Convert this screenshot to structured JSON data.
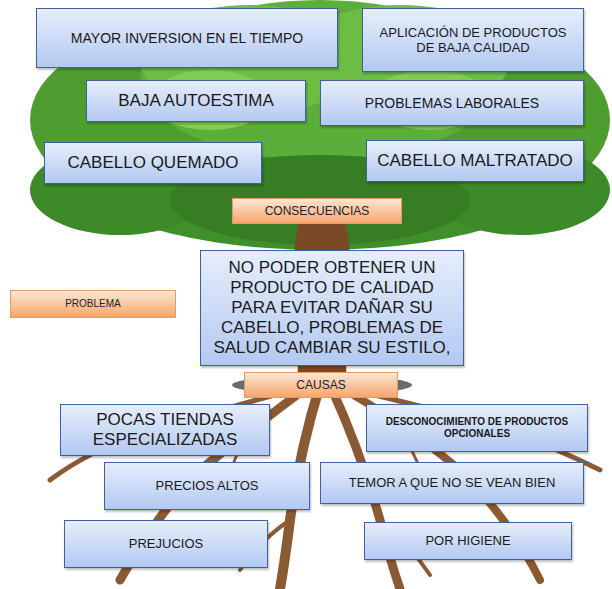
{
  "diagram": {
    "nodes": [
      {
        "text": [
          "MAYOR INVERSION EN EL TIEMPO"
        ]
      },
      {
        "text": [
          "APLICACIÓN DE PRODUCTOS DE BAJA CALIDAD"
        ]
      },
      {
        "text": [
          "BAJA AUTOESTIMA"
        ]
      },
      {
        "text": [
          "PROBLEMAS LABORALES"
        ]
      },
      {
        "text": [
          "CABELLO QUEMADO"
        ]
      },
      {
        "text": [
          "CABELLO MALTRATADO"
        ]
      },
      {
        "text": [
          "CONSECUENCIAS"
        ]
      },
      {
        "text": [
          "PROBLEMA"
        ]
      },
      {
        "text": [
          "NO PODER OBTENER UN PRODUCTO DE CALIDAD PARA EVITAR DAÑAR SU CABELLO, PROBLEMAS DE SALUD CAMBIAR SU ESTILO,"
        ]
      },
      {
        "text": [
          "CAUSAS"
        ]
      },
      {
        "text": [
          "POCAS TIENDAS ESPECIALIZADAS"
        ]
      },
      {
        "text": [
          "DESCONOCIMIENTO DE PRODUCTOS OPCIONALES"
        ]
      },
      {
        "text": [
          "PRECIOS ALTOS"
        ]
      },
      {
        "text": [
          "TEMOR A QUE NO SE VEAN BIEN"
        ]
      },
      {
        "text": [
          "PREJUCIOS"
        ]
      },
      {
        "text": [
          "POR HIGIENE"
        ]
      }
    ]
  }
}
